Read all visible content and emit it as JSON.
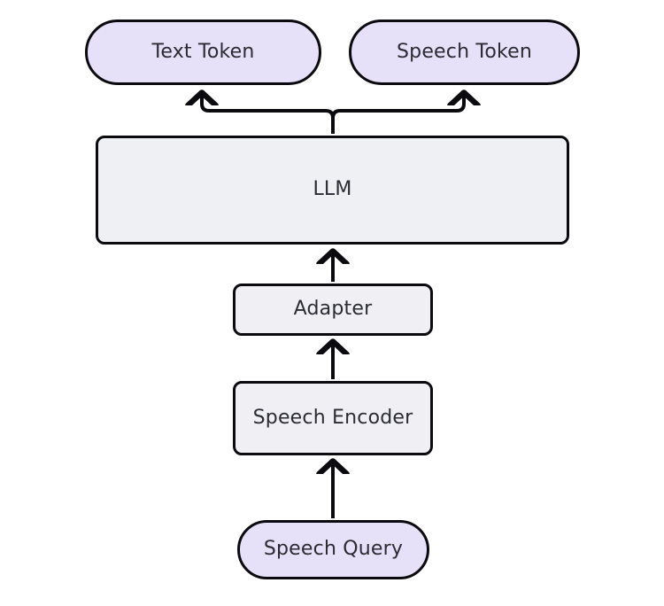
{
  "diagram": {
    "title": "Speech LLM architecture flow",
    "background_color": "#ffffff",
    "stroke_color": "#0a0a0f",
    "node_fill_gray": "#f0f0f4",
    "node_fill_purple": "#e6e0f8",
    "text_color": "#2b2b33",
    "nodes": [
      {
        "id": "text-token",
        "label": "Text Token",
        "shape": "pill",
        "fill": "#e6e0f8"
      },
      {
        "id": "speech-token",
        "label": "Speech Token",
        "shape": "pill",
        "fill": "#e6e0f8"
      },
      {
        "id": "llm",
        "label": "LLM",
        "shape": "rect",
        "fill": "#eff0f4"
      },
      {
        "id": "adapter",
        "label": "Adapter",
        "shape": "rect",
        "fill": "#f0f0f4"
      },
      {
        "id": "speech-encoder",
        "label": "Speech Encoder",
        "shape": "rect",
        "fill": "#f0f0f4"
      },
      {
        "id": "speech-query",
        "label": "Speech Query",
        "shape": "pill",
        "fill": "#e6e0f8"
      }
    ],
    "edges": [
      {
        "id": "edge-query-to-encoder",
        "from": "speech-query",
        "to": "speech-encoder",
        "arrow": "up"
      },
      {
        "id": "edge-encoder-to-adapter",
        "from": "speech-encoder",
        "to": "adapter",
        "arrow": "up"
      },
      {
        "id": "edge-adapter-to-llm",
        "from": "adapter",
        "to": "llm",
        "arrow": "up"
      },
      {
        "id": "edge-llm-to-text-token",
        "from": "llm",
        "to": "text-token",
        "arrow": "up"
      },
      {
        "id": "edge-llm-to-speech-token",
        "from": "llm",
        "to": "speech-token",
        "arrow": "up"
      }
    ]
  }
}
